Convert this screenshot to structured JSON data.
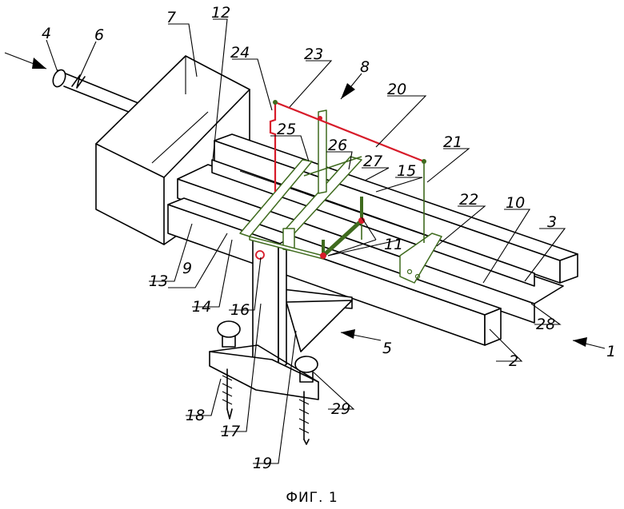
{
  "caption": "ФИГ. 1",
  "labels": {
    "l1": "1",
    "l2": "2",
    "l3": "3",
    "l4": "4",
    "l5": "5",
    "l6": "6",
    "l7": "7",
    "l8": "8",
    "l9": "9",
    "l10": "10",
    "l11": "11",
    "l12": "12",
    "l13": "13",
    "l14": "14",
    "l15": "15",
    "l16": "16",
    "l17": "17",
    "l18": "18",
    "l19": "19",
    "l20": "20",
    "l21": "21",
    "l22": "22",
    "l23": "23",
    "l24": "24",
    "l25": "25",
    "l26": "26",
    "l27": "27",
    "l28": "28",
    "l29": "29"
  },
  "colors": {
    "line": "#000000",
    "frame": "#3f6b1e",
    "accent": "#d81b2a"
  }
}
